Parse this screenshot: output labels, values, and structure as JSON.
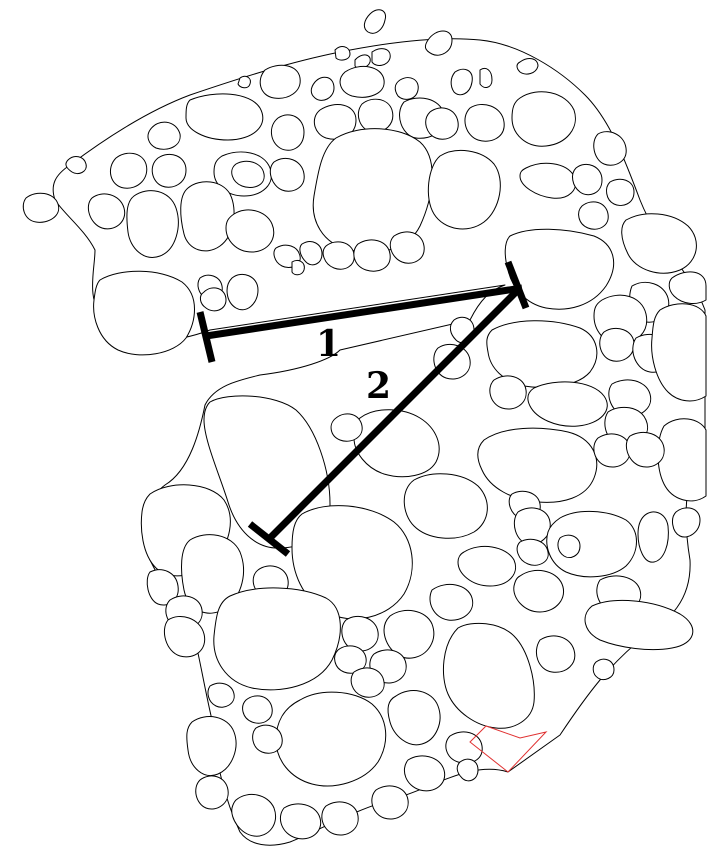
{
  "measurements": [
    {
      "id": "1",
      "label": "1"
    },
    {
      "id": "2",
      "label": "2"
    }
  ],
  "colors": {
    "outline": "#000000",
    "background": "#ffffff",
    "highlight": "#e03030",
    "measurement": "#000000"
  }
}
